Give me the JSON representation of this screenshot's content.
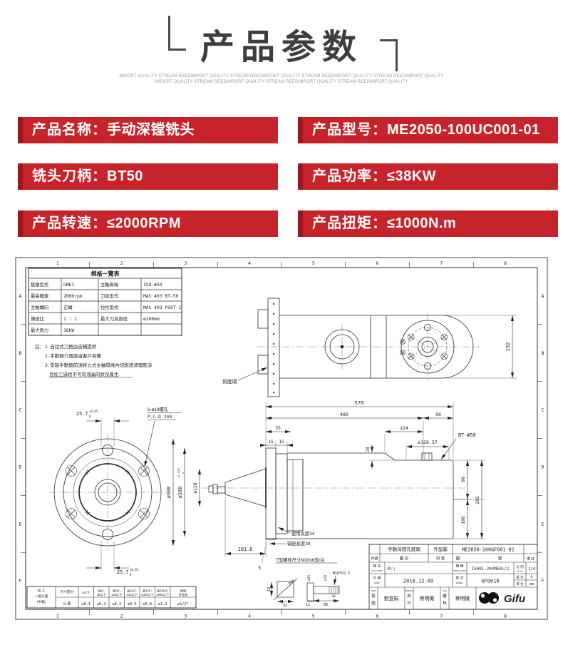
{
  "header": {
    "title": "产品参数",
    "watermark_line1": "IMPORT QUALITY STREAM REEDIMPORT QUALITY STREAM REEDIMPORT QUALITY STREAM REEDIMPORT QUALITY STREAM REEDIMPORT QUALITY",
    "watermark_line2": "IMPORT QUALITY STREAM REEDIMPORT QUALITY STREAM REEDIMPORT QUALITY STREAM REEDIMPORT QUALITY"
  },
  "params": {
    "colon": "：",
    "banner_color": "#c7232b",
    "banner_edge_color": "#9c161c",
    "rows": [
      {
        "label": "产品名称",
        "value": "手动深镗铣头"
      },
      {
        "label": "产品型号",
        "value": "ME2050-100UC001-01"
      },
      {
        "label": "铣头刀柄",
        "value": "BT50"
      },
      {
        "label": "产品功率",
        "value": "≤38KW"
      },
      {
        "label": "产品转速",
        "value": "≤2000RPM"
      },
      {
        "label": "产品扭矩",
        "value": "≤1000N.m"
      }
    ]
  },
  "drawing": {
    "border": {
      "cols": [
        "1",
        "2",
        "3",
        "4",
        "5",
        "6",
        "7",
        "8"
      ],
      "rows": [
        "A",
        "B",
        "C",
        "D",
        "E",
        "F"
      ]
    },
    "spec_table": {
      "title": "規格一覽表",
      "rows": [
        [
          "銑頭型式",
          "GME1",
          "主軸鼻端",
          "ISO-#50"
        ],
        [
          "最高轉速",
          "2000rpm",
          "刀具型式",
          "MAS 403 BT-50"
        ],
        [
          "主軸轉向",
          "正轉",
          "拉栓型式",
          "MAS 403 P50T-1"
        ],
        [
          "傳速比",
          "1 : 1",
          "最大刀具直徑",
          "ø200mm"
        ],
        [
          "最大馬力",
          "38kW",
          "",
          ""
        ]
      ]
    },
    "notes": {
      "prefix": "註：",
      "items": [
        "1. 自拉式刀把由吉輔提供",
        "2. 手動頭介面座由客戶自備",
        "3. 安裝手動頭前須將立式主軸環境內切削液清理乾淨",
        "且加工過程不可有洩漏的狀況產生."
      ]
    },
    "dims": {
      "d570": "570",
      "d480": "480",
      "d90": "90",
      "d35": "35",
      "d124": "124",
      "d28": "28",
      "d128_57": "ø128.57",
      "bt50": "BT-#50",
      "d15a": "15",
      "d15b": "15",
      "d192": "192",
      "scale_ring": "刻度環",
      "d25_7a": "25.7",
      "d25_7b": "25.7",
      "tol_up": "+0.05",
      "tol_dn": "0",
      "holes": "6-ø19鑽孔",
      "pcd": "P.C.D 240",
      "d300": "ø300",
      "d180": "ø180",
      "d180_tol_up": "+0.025",
      "d180_tol_dn": "0",
      "d128": "ø128",
      "d101_8": "101.8",
      "d3": "3",
      "d99": "99",
      "d205": "205",
      "d106": "106",
      "use_len": "使用長度34",
      "asm_len": "裝配長度38",
      "tbolt_note": "T型螺栓尺寸M20x6支/台",
      "m20": "M20",
      "n32a": "32",
      "n32b": "32",
      "d25": "ø25",
      "d18": "ø18",
      "m18": "M18*P2.5",
      "n12": "12",
      "n80": "80",
      "n30": "30"
    },
    "tolerance_table": {
      "head": [
        "加 工",
        "一般公差",
        "(中級)"
      ],
      "dim_header": "尺寸區分",
      "tol_row_label": "公 差",
      "ranges": [
        [
          "6以下",
          ""
        ],
        [
          "超6~",
          "30以下"
        ],
        [
          "超30~",
          "120以下"
        ],
        [
          "超120~",
          "315以下"
        ],
        [
          "超315~",
          "1000以下"
        ],
        [
          "超1000~",
          "2000以下"
        ],
        [
          "角度",
          "許容差"
        ]
      ],
      "values": [
        "±0.1",
        "±0.2",
        "±0.3",
        "±0.5",
        "±0.8",
        "±1.2",
        "±1/2°"
      ]
    },
    "title_block": {
      "drawing_name": "手動深鏜孔銑頭",
      "view_type": "外型圖",
      "drawing_no": "ME2050-100GF001-01",
      "h_part_no": "件號",
      "h_name": "圖 名",
      "h_material": "材 質",
      "h_no": "圖 號",
      "h_remark": "備 註",
      "file_label": "檔 名",
      "file_label_en": "FILE NAME",
      "file_value": "R:\\",
      "class_label": "機 種",
      "class_label_en": "PROD.CLASS",
      "class_value": "I5001-20VME01/2",
      "scale_label": "比 例",
      "scale_label_en": "SCALE",
      "scale_value": "1/4",
      "rev_label": "版 次",
      "rev_value": "0",
      "unit_label": "單 位",
      "unit_value": "mm",
      "date_label": "日 期",
      "date_label_en": "DATE",
      "date_value": "2016.12.09",
      "model_label": "型 式",
      "model_label_en": "MODEL",
      "model_value": "GF0010",
      "dwn_label": "製圖",
      "dwn_label_en": "DWN",
      "dwn_value": "劉宜娟",
      "design_label": "設計",
      "design_label_en": "DESIGN",
      "design_value": "蔡明機",
      "ckd_label": "審核",
      "ckd_label_en": "CKD",
      "ckd_value": "蔡明機",
      "logo": "Gifu"
    }
  }
}
